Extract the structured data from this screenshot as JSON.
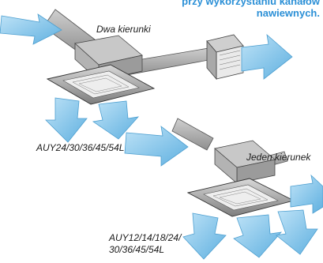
{
  "heading": {
    "line1": "przy wykorzystaniu kanałów",
    "line2": "nawiewnych."
  },
  "labels": {
    "two_directions": "Dwa kierunki",
    "one_direction": "Jeden kierunek",
    "model_large": "AUY24/30/36/45/54L",
    "model_small_line1": "AUY12/14/18/24/",
    "model_small_line2": "30/36/45/54L"
  },
  "colors": {
    "heading": "#2a8fd6",
    "airflow": "#7ec3ea",
    "unit": "#9a9a9a",
    "duct": "#a8a8a8"
  }
}
